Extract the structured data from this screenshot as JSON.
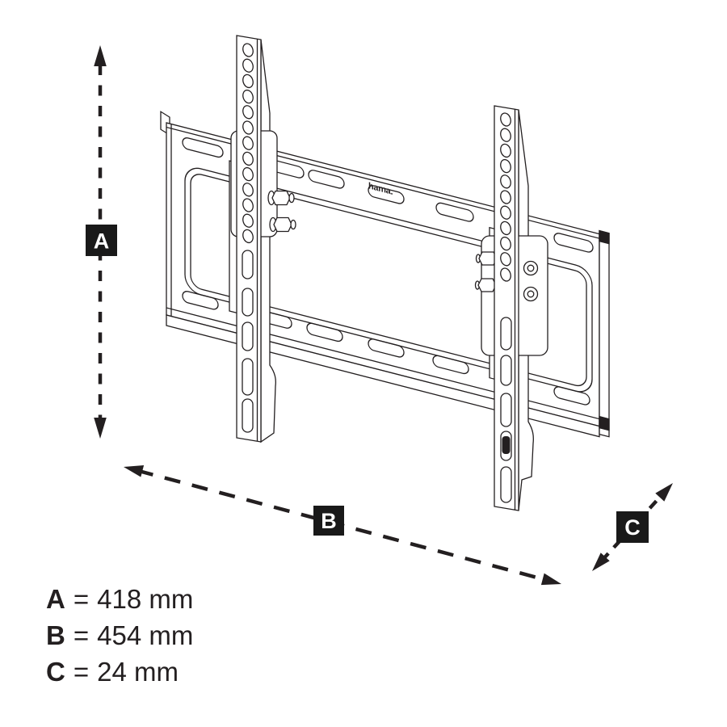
{
  "diagram": {
    "description": "Tilting TV wall-mount bracket technical line drawing with dimension arrows",
    "brand_logo": "hama."
  },
  "dimension_labels": {
    "a": "A",
    "b": "B",
    "c": "C"
  },
  "legend": {
    "rows": [
      {
        "label": "A",
        "eq": "=",
        "value": "418 mm"
      },
      {
        "label": "B",
        "eq": "=",
        "value": "454 mm"
      },
      {
        "label": "C",
        "eq": "=",
        "value": "24 mm"
      }
    ]
  },
  "colors": {
    "line": "#231f20",
    "label_bg": "#191919",
    "label_text": "#ffffff",
    "background": "#ffffff"
  }
}
